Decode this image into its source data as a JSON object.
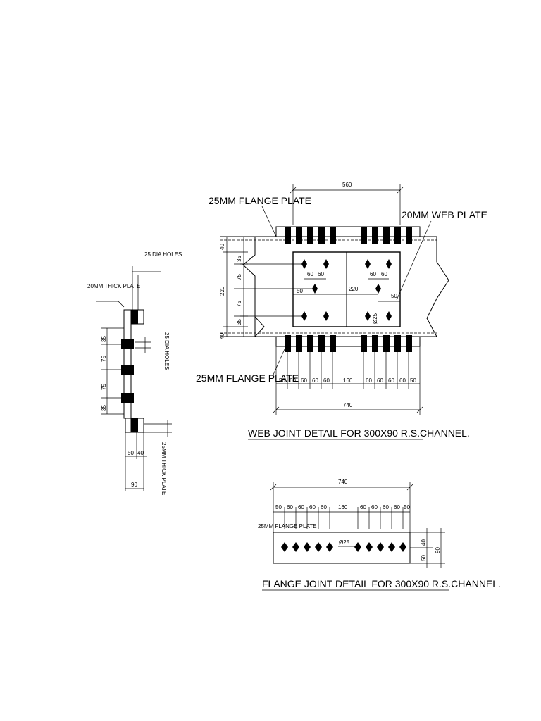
{
  "web_joint": {
    "title": "WEB JOINT DETAIL FOR 300X90 R.S.CHANNEL.",
    "label_flange_top": "25MM FLANGE PLATE",
    "label_flange_bottom": "25MM FLANGE PLATE",
    "label_web_plate": "20MM WEB PLATE",
    "dim_top": "560",
    "dim_left": [
      "40",
      "35",
      "75",
      "220",
      "75",
      "35",
      "40"
    ],
    "inner": {
      "d60a": "60",
      "d60b": "60",
      "d60c": "60",
      "d60d": "60",
      "d50a": "50",
      "d50b": "50",
      "d220": "220",
      "dia": "Ø25"
    },
    "dim_bottom": [
      "50",
      "60",
      "60",
      "60",
      "60",
      "160",
      "60",
      "60",
      "60",
      "60",
      "50"
    ],
    "dim_total": "740"
  },
  "section": {
    "label_holes_top": "25 DIA HOLES",
    "label_web": "20MM THICK PLATE",
    "label_holes_side": "25 DIA HOLES",
    "dims_vertical": [
      "35",
      "75",
      "75",
      "35"
    ],
    "dims_bottom": [
      "50",
      "40"
    ],
    "dim_total": "90",
    "label_flange": "25MM THICK PLATE"
  },
  "flange_joint": {
    "title": "FLANGE JOINT DETAIL FOR 300X90 R.S.CHANNEL.",
    "label_plate": "25MM FLANGE PLATE",
    "dim_total": "740",
    "dim_bottom": [
      "50",
      "60",
      "60",
      "60",
      "60",
      "160",
      "60",
      "60",
      "60",
      "60",
      "50"
    ],
    "dia": "Ø25",
    "dims_right": [
      "40",
      "50"
    ],
    "dim_right_total": "90"
  }
}
